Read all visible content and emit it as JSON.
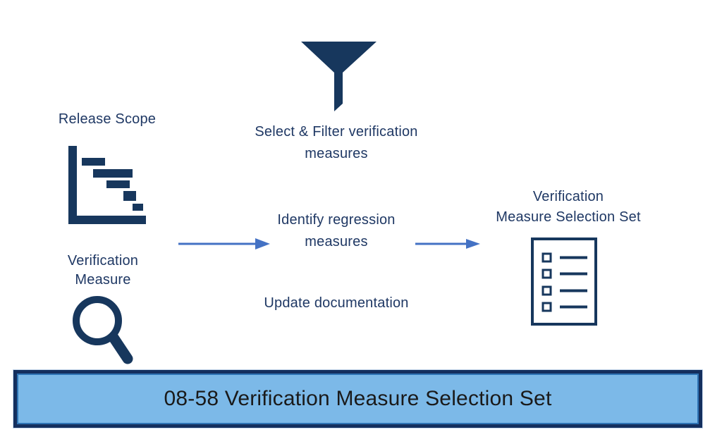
{
  "colors": {
    "navy_text": "#1F3864",
    "navy_icon": "#17375D",
    "arrow_blue": "#4472C4",
    "banner_fill": "#7CB9E8",
    "banner_border": "#142F5E",
    "banner_inner_line": "#2E74B5",
    "banner_text": "#1A1A1A"
  },
  "inputs": {
    "release_scope": {
      "label": "Release Scope",
      "icon": "gantt-chart-icon"
    },
    "verification_measure": {
      "label_line1": "Verification",
      "label_line2": "Measure",
      "icon": "magnifying-glass-icon"
    }
  },
  "process": {
    "icon": "funnel-icon",
    "steps": [
      {
        "lines": [
          "Select & Filter",
          "verification",
          "measures"
        ]
      },
      {
        "lines": [
          "Identify",
          "regression",
          "measures"
        ]
      },
      {
        "lines": [
          "Update",
          "documentation"
        ]
      }
    ]
  },
  "output": {
    "label_line1": "Verification",
    "label_line2": "Measure Selection Set",
    "icon": "checklist-icon"
  },
  "banner": {
    "title": "08-58 Verification Measure Selection Set"
  }
}
